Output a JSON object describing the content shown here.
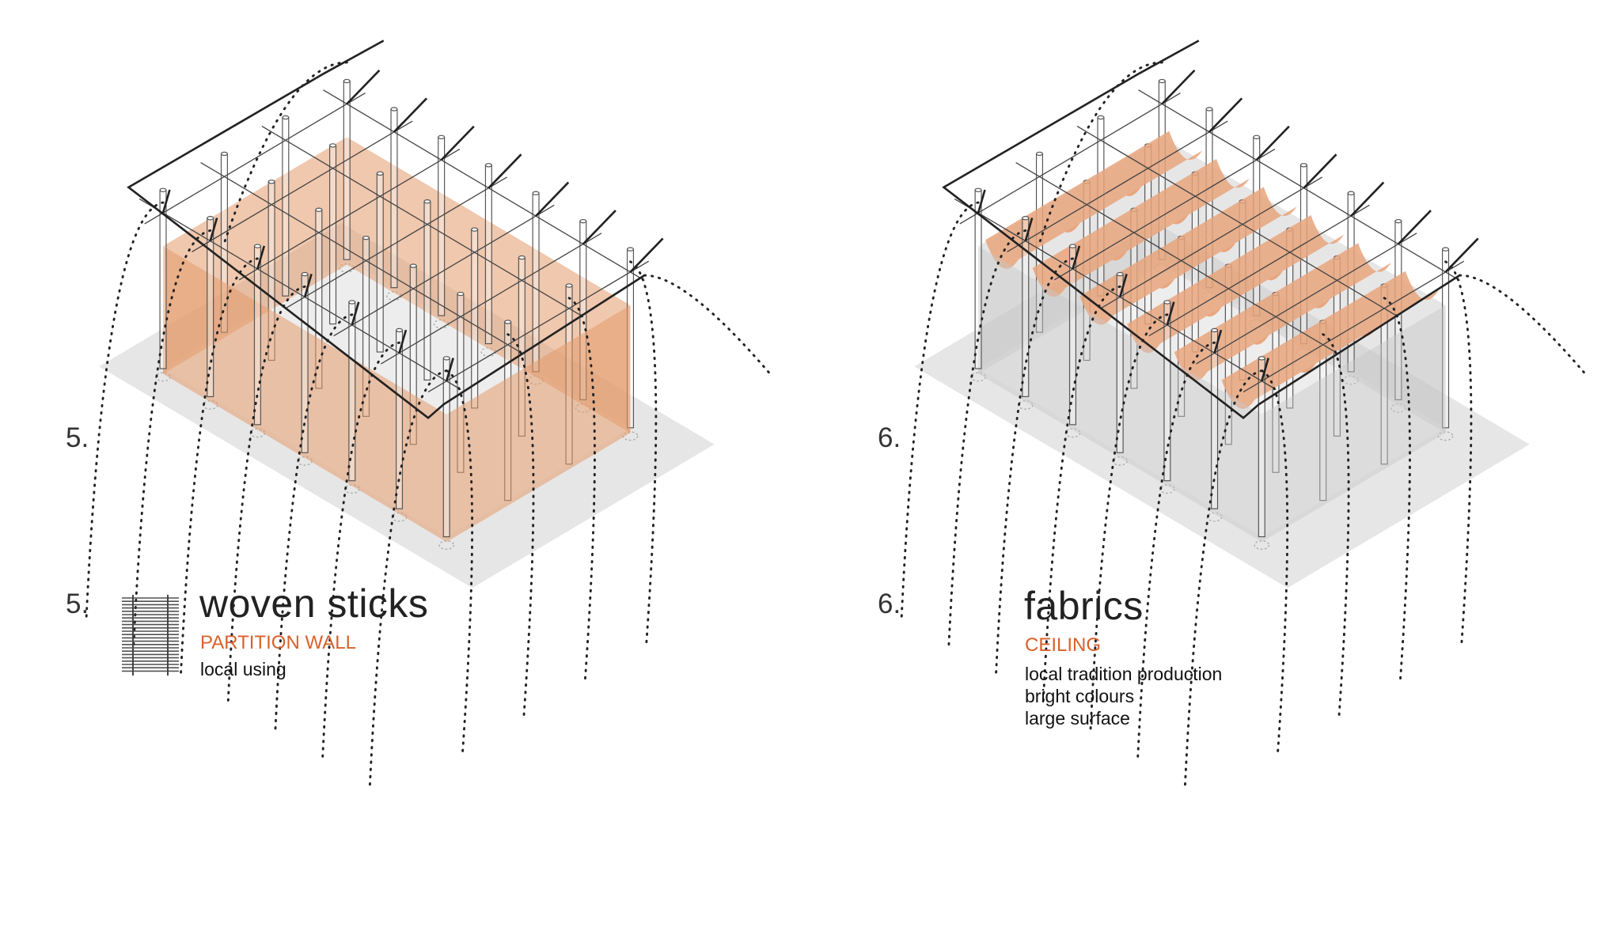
{
  "panels": [
    {
      "number": "5.",
      "caption_number": "5.",
      "title": "woven sticks",
      "subtitle": "PARTITION WALL",
      "description": [
        "local using"
      ],
      "icon": "woven-sticks-icon",
      "wall_color": "#e39a6c"
    },
    {
      "number": "6.",
      "caption_number": "6.",
      "title": "fabrics",
      "subtitle": "CEILING",
      "description": [
        "local tradition production",
        "bright colours",
        "large surface"
      ],
      "fabric_color": "#e8a57c",
      "wall_color": "#c8c8c8"
    }
  ],
  "colors": {
    "accent": "#d8612a",
    "slab": "#e6e6e6",
    "line": "#222222"
  }
}
